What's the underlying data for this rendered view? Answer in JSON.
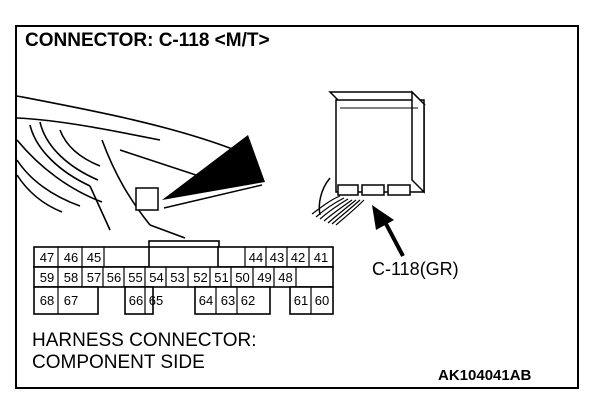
{
  "title": "CONNECTOR: C-118 <M/T>",
  "callout_label": "C-118(GR)",
  "description": {
    "line1": "HARNESS CONNECTOR:",
    "line2": "COMPONENT SIDE"
  },
  "figure_code": "AK104041AB",
  "connector": {
    "row1": [
      "47",
      "46",
      "45",
      "",
      "",
      "",
      "",
      "44",
      "43",
      "42",
      "41"
    ],
    "row2": [
      "59",
      "58",
      "57",
      "56",
      "55",
      "54",
      "53",
      "52",
      "51",
      "50",
      "49",
      "48"
    ],
    "row3": [
      "68",
      "67",
      "",
      "66",
      "65",
      "",
      "64",
      "63",
      "62",
      "",
      "61",
      "60"
    ]
  }
}
